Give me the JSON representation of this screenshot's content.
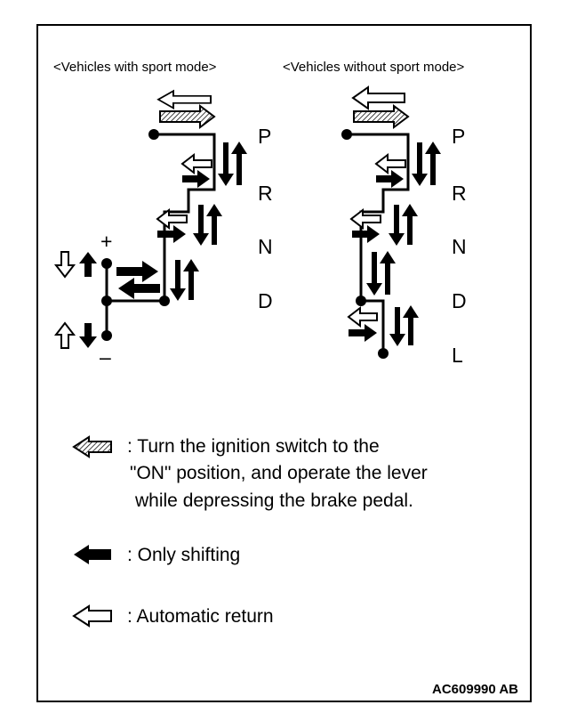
{
  "diagram": {
    "left_caption": "<Vehicles with sport mode>",
    "right_caption": "<Vehicles without sport mode>",
    "left_positions": [
      "P",
      "R",
      "N",
      "D"
    ],
    "right_positions": [
      "P",
      "R",
      "N",
      "D",
      "L"
    ],
    "plus_label": "+",
    "minus_label": "–"
  },
  "legend": {
    "items": [
      {
        "icon": "hatched-arrow-icon",
        "lines": [
          ": Turn the ignition switch to the",
          "\"ON\" position, and operate the lever",
          " while depressing the brake pedal."
        ]
      },
      {
        "icon": "solid-arrow-icon",
        "lines": [
          ": Only shifting"
        ]
      },
      {
        "icon": "outline-arrow-icon",
        "lines": [
          ": Automatic return"
        ]
      }
    ]
  },
  "code": "AC609990 AB"
}
